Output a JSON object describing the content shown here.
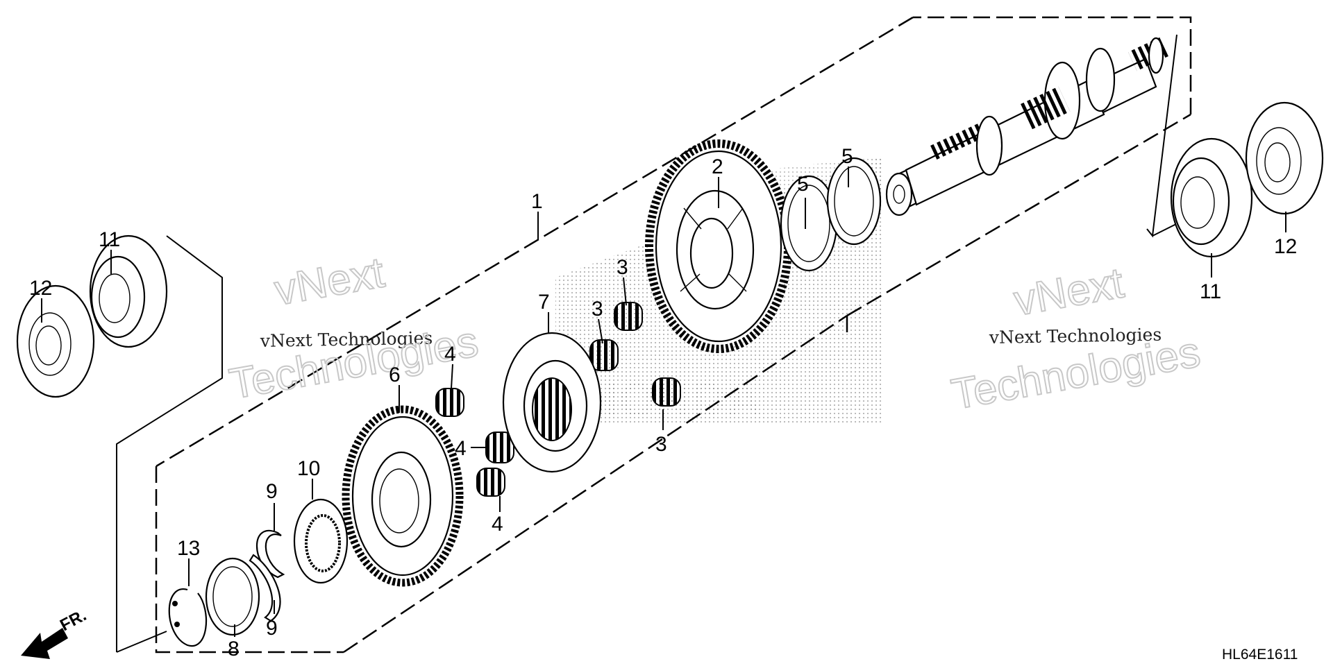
{
  "diagram": {
    "drawing_code": "HL64E1611",
    "front_label": "FR.",
    "watermark": {
      "line1": "vNext Technologies",
      "line2": "vNext",
      "line3": "Technologies"
    },
    "callouts": [
      {
        "id": "c1",
        "label": "1"
      },
      {
        "id": "c2",
        "label": "2"
      },
      {
        "id": "c3a",
        "label": "3"
      },
      {
        "id": "c3b",
        "label": "3"
      },
      {
        "id": "c3c",
        "label": "3"
      },
      {
        "id": "c4a",
        "label": "4"
      },
      {
        "id": "c4b",
        "label": "4"
      },
      {
        "id": "c4c",
        "label": "4"
      },
      {
        "id": "c5a",
        "label": "5"
      },
      {
        "id": "c5b",
        "label": "5"
      },
      {
        "id": "c6",
        "label": "6"
      },
      {
        "id": "c7",
        "label": "7"
      },
      {
        "id": "c8",
        "label": "8"
      },
      {
        "id": "c9a",
        "label": "9"
      },
      {
        "id": "c9b",
        "label": "9"
      },
      {
        "id": "c10",
        "label": "10"
      },
      {
        "id": "c11a",
        "label": "11"
      },
      {
        "id": "c11b",
        "label": "11"
      },
      {
        "id": "c12a",
        "label": "12"
      },
      {
        "id": "c12b",
        "label": "12"
      },
      {
        "id": "c13",
        "label": "13"
      }
    ]
  }
}
